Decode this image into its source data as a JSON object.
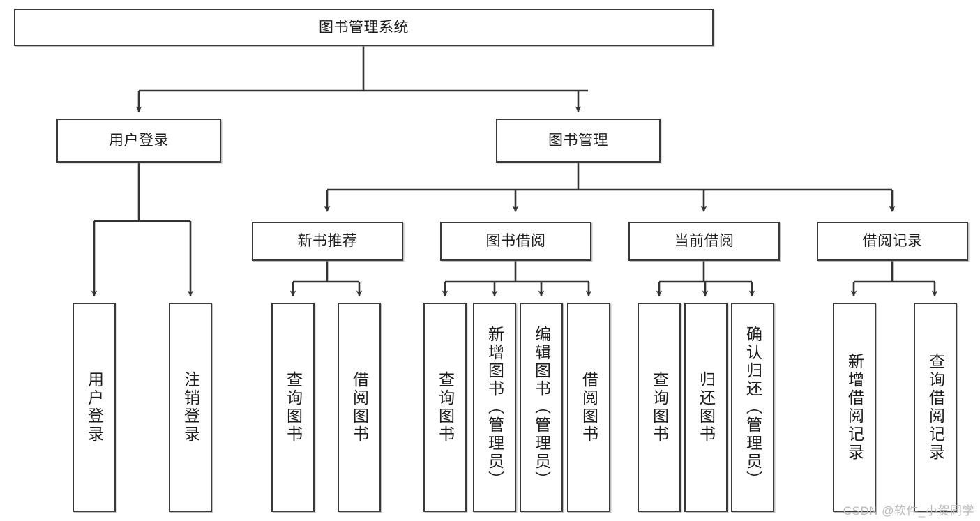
{
  "diagram": {
    "title": "图书管理系统",
    "type": "tree",
    "watermark": "CSDN @软件_小贺同学",
    "theme": {
      "background": "#ffffff",
      "box_border": "#3a3a3a",
      "box_fill": "#ffffff",
      "connector": "#333333",
      "text": "#1d1d1d",
      "watermark_color": "#b9b9b9"
    },
    "levels": {
      "root": {
        "label": "图书管理系统"
      },
      "level2": [
        {
          "id": "user-login",
          "label": "用户登录"
        },
        {
          "id": "book-manage",
          "label": "图书管理"
        }
      ],
      "level3": [
        {
          "id": "new-book-rec",
          "label": "新书推荐",
          "parent": "book-manage"
        },
        {
          "id": "book-borrow",
          "label": "图书借阅",
          "parent": "book-manage"
        },
        {
          "id": "current-borrow",
          "label": "当前借阅",
          "parent": "book-manage"
        },
        {
          "id": "borrow-record",
          "label": "借阅记录",
          "parent": "book-manage"
        }
      ],
      "leaves": [
        {
          "id": "leaf-user-login",
          "label": "用户登录",
          "parent": "user-login"
        },
        {
          "id": "leaf-user-logout",
          "label": "注销登录",
          "parent": "user-login"
        },
        {
          "id": "leaf-query-book-1",
          "label": "查询图书",
          "parent": "new-book-rec"
        },
        {
          "id": "leaf-borrow-book-1",
          "label": "借阅图书",
          "parent": "new-book-rec"
        },
        {
          "id": "leaf-query-book-2",
          "label": "查询图书",
          "parent": "book-borrow"
        },
        {
          "id": "leaf-add-book",
          "label": "新增图书（管理员）",
          "parent": "book-borrow"
        },
        {
          "id": "leaf-edit-book",
          "label": "编辑图书（管理员）",
          "parent": "book-borrow"
        },
        {
          "id": "leaf-borrow-book-2",
          "label": "借阅图书",
          "parent": "book-borrow"
        },
        {
          "id": "leaf-query-book-3",
          "label": "查询图书",
          "parent": "current-borrow"
        },
        {
          "id": "leaf-return-book",
          "label": "归还图书",
          "parent": "current-borrow"
        },
        {
          "id": "leaf-confirm-return",
          "label": "确认归还（管理员）",
          "parent": "current-borrow"
        },
        {
          "id": "leaf-add-record",
          "label": "新增借阅记录",
          "parent": "borrow-record"
        },
        {
          "id": "leaf-query-record",
          "label": "查询借阅记录",
          "parent": "borrow-record"
        }
      ]
    }
  }
}
